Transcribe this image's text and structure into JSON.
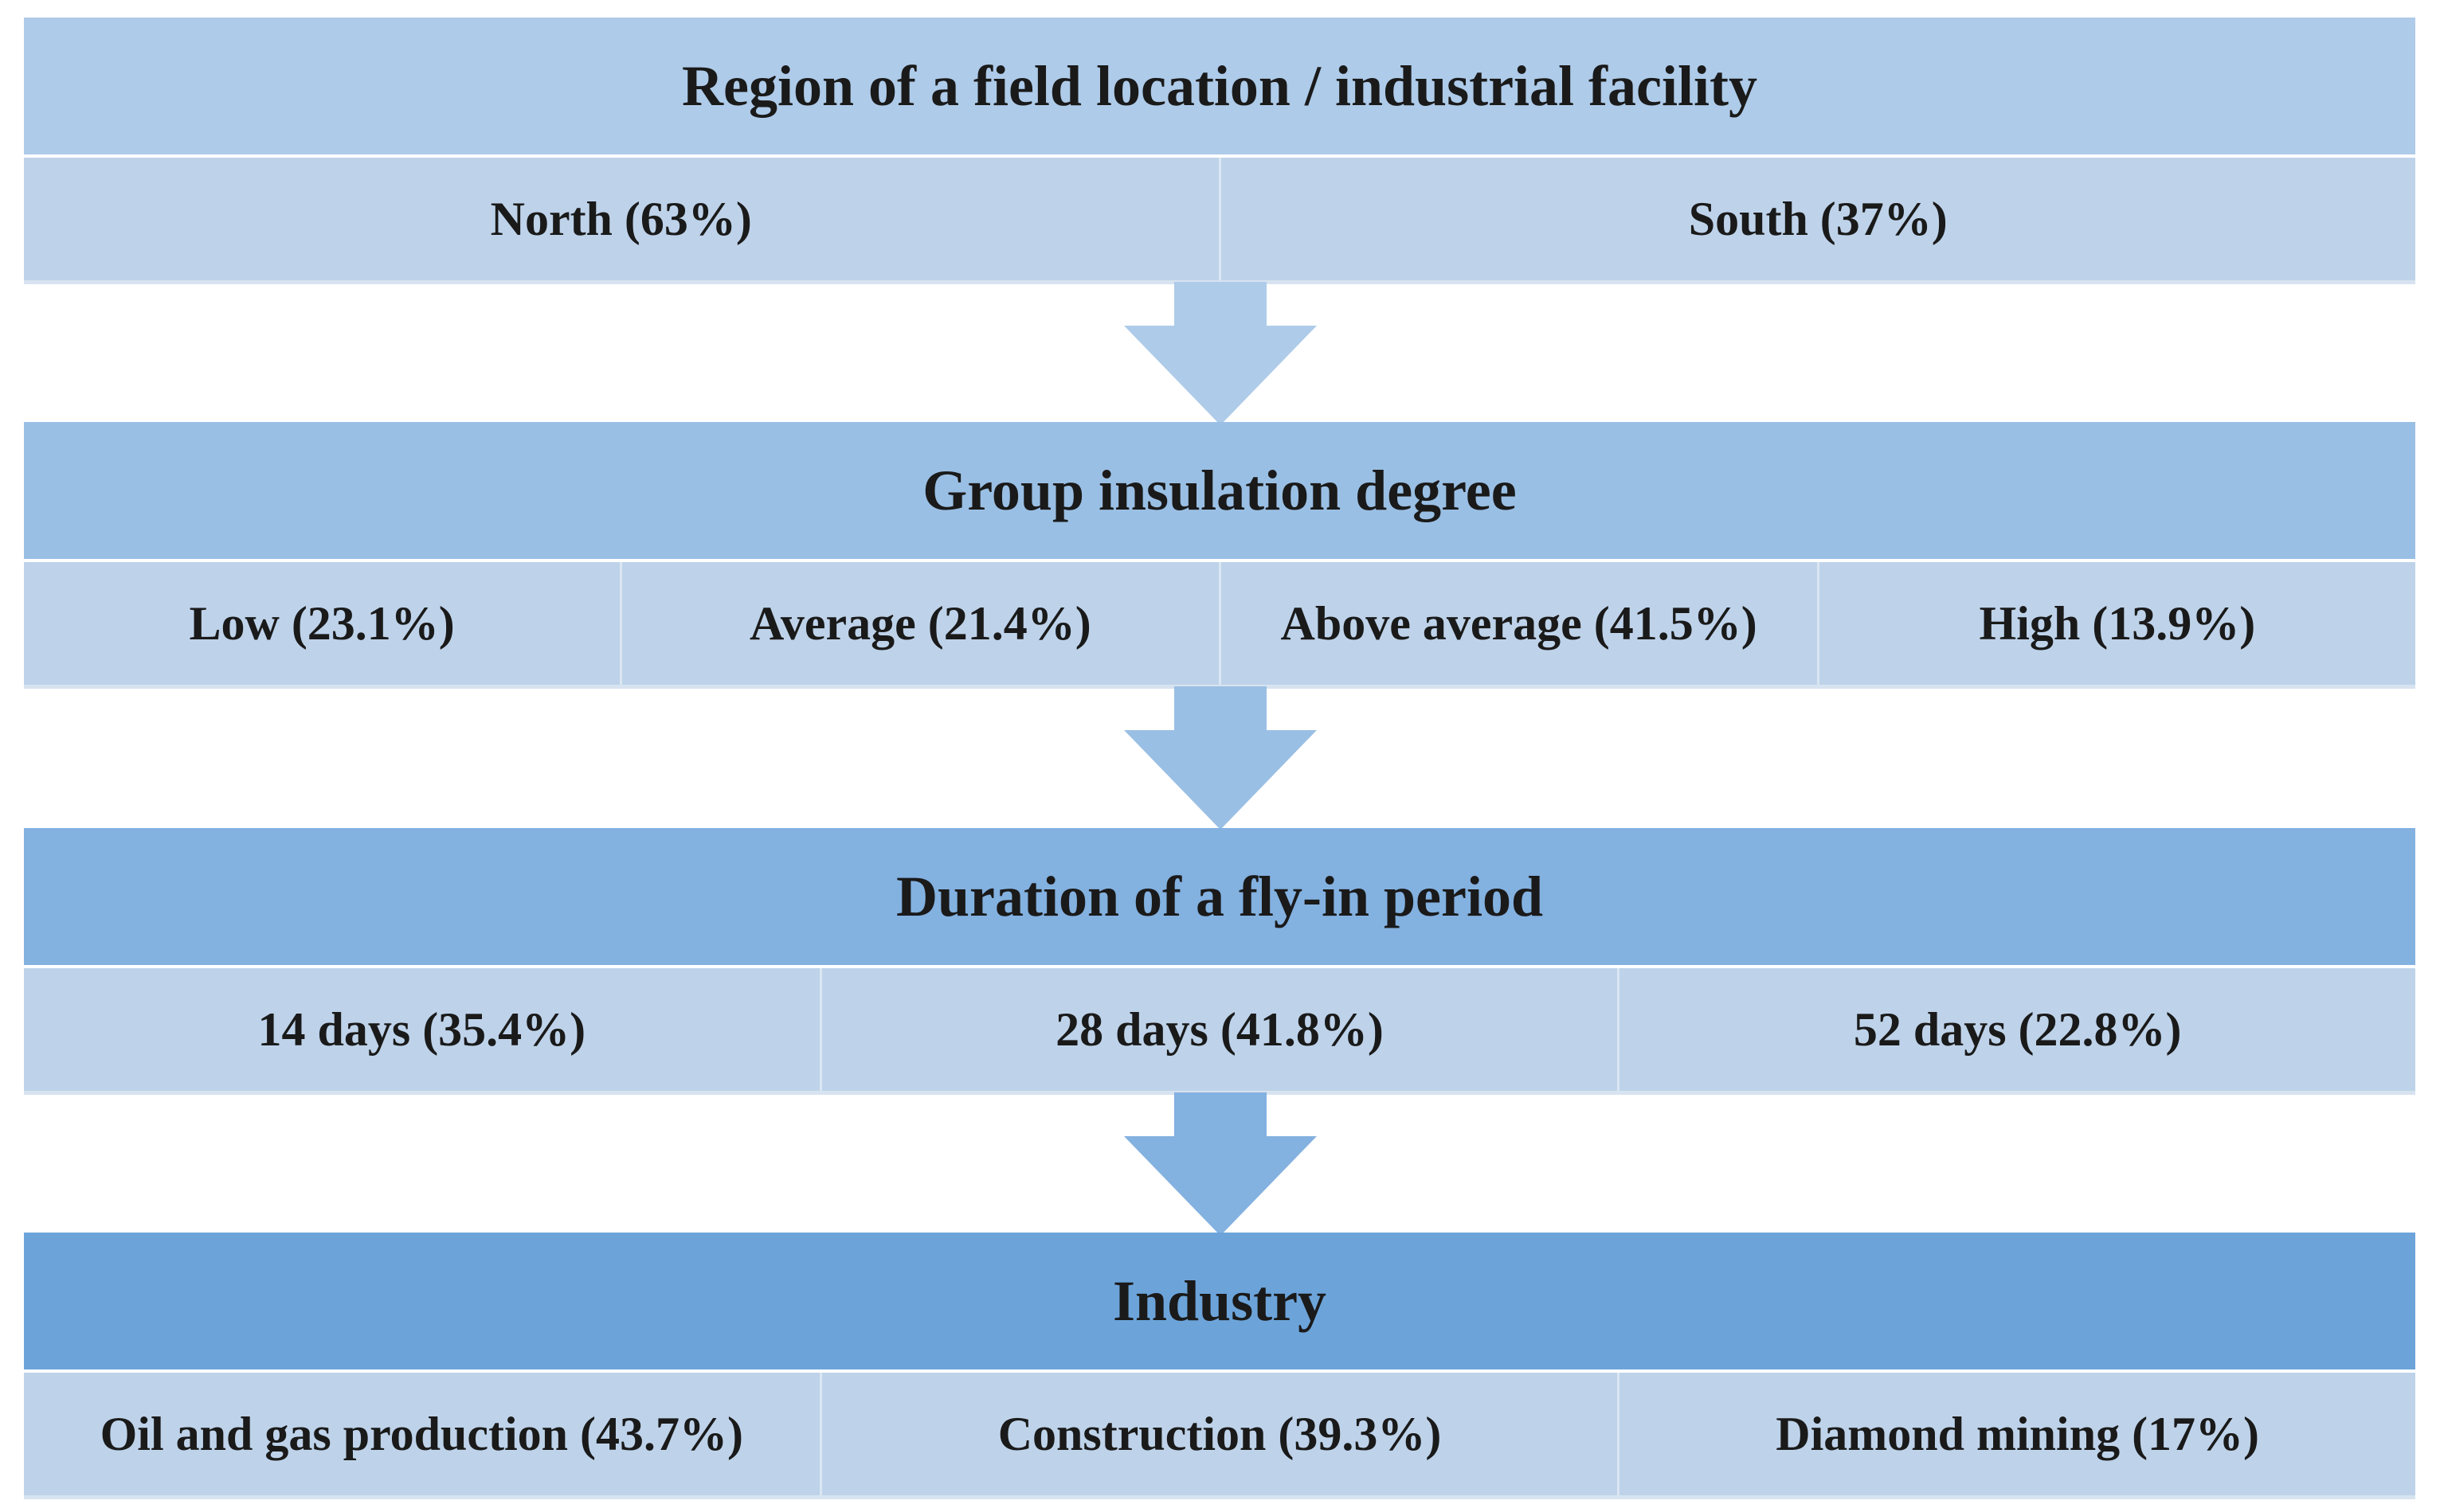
{
  "sections": [
    {
      "title": "Region of a field location / industrial facility",
      "items": [
        "North (63%)",
        "South (37%)"
      ]
    },
    {
      "title": "Group insulation degree",
      "items": [
        "Low (23.1%)",
        "Average (21.4%)",
        "Above average (41.5%)",
        "High (13.9%)"
      ]
    },
    {
      "title": "Duration of a fly-in period",
      "items": [
        "14 days (35.4%)",
        "28 days (41.8%)",
        "52 days (22.8%)"
      ]
    },
    {
      "title": "Industry",
      "items": [
        "Oil and gas production (43.7%)",
        "Construction (39.3%)",
        "Diamond mining (17%)"
      ]
    }
  ],
  "colors": {
    "header_1": "#aecbe9",
    "header_2": "#9abfe4",
    "header_3": "#83b1e0",
    "header_4": "#6ca4da",
    "row_fill": "#bed3ea",
    "arrow_1": "#aecbe9",
    "arrow_2": "#9abfe4",
    "arrow_3": "#83b1e0"
  }
}
